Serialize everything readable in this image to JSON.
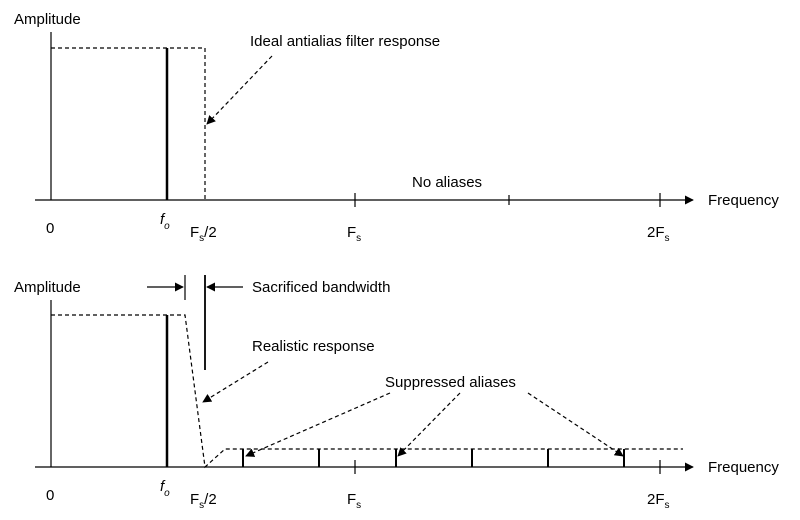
{
  "top_panel": {
    "y_axis_label": "Amplitude",
    "x_axis_label": "Frequency",
    "ticks": {
      "zero": "0",
      "fo_main": "f",
      "fo_sub": "o",
      "fs2_main": "F",
      "fs2_sub": "s",
      "fs2_tail": "/2",
      "fs_main": "F",
      "fs_sub": "s",
      "two_fs_main": "2F",
      "two_fs_sub": "s"
    },
    "filter_callout": "Ideal antialias filter response",
    "no_aliases": "No aliases"
  },
  "bottom_panel": {
    "y_axis_label": "Amplitude",
    "x_axis_label": "Frequency",
    "ticks": {
      "zero": "0",
      "fo_main": "f",
      "fo_sub": "o",
      "fs2_main": "F",
      "fs2_sub": "s",
      "fs2_tail": "/2",
      "fs_main": "F",
      "fs_sub": "s",
      "two_fs_main": "2F",
      "two_fs_sub": "s"
    },
    "sacrificed_bandwidth": "Sacrificed bandwidth",
    "realistic_response": "Realistic response",
    "suppressed_aliases": "Suppressed aliases"
  },
  "colors": {
    "ink": "#000000",
    "background": "#ffffff"
  }
}
